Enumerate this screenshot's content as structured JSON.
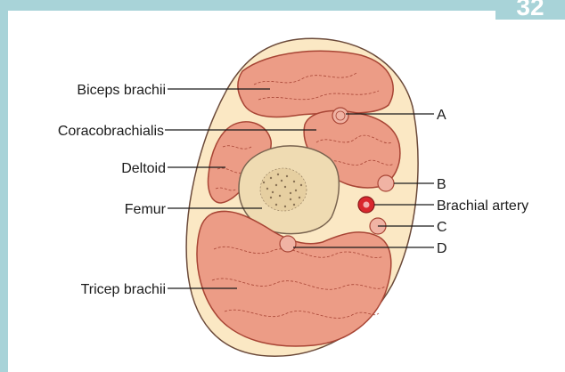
{
  "page_number": "32",
  "labels": {
    "biceps": "Biceps brachii",
    "coracobrachialis": "Coracobrachialis",
    "deltoid": "Deltoid",
    "femur": "Femur",
    "tricep": "Tricep brachii",
    "a": "A",
    "b": "B",
    "brachial_artery": "Brachial artery",
    "c": "C",
    "d": "D"
  },
  "colors": {
    "frame": "#a8d3d8",
    "fat": "#fbe8c4",
    "muscle": "#ec9c86",
    "muscle_outline": "#a84535",
    "bone": "#efdbb2",
    "artery": "#d9272e",
    "nerve": "#f0b3a4"
  }
}
